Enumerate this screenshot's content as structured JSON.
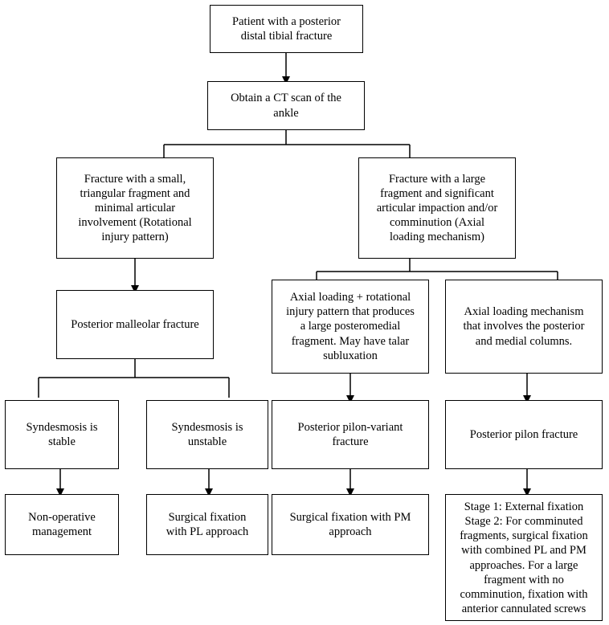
{
  "boxes": {
    "start": "Patient with a posterior\ndistal tibial fracture",
    "ct_scan": "Obtain a CT scan of the\nankle",
    "small_fragment": "Fracture with a small,\ntriangular fragment and\nminimal articular\ninvolvement (Rotational\ninjury pattern)",
    "large_fragment": "Fracture with a large\nfragment and significant\narticular impaction and/or\ncomminution (Axial\nloading mechanism)",
    "posterior_malleolar": "Posterior malleolar fracture",
    "axial_rotational": "Axial loading + rotational\ninjury pattern that produces\na large posteromedial\nfragment. May have talar\nsubluxation",
    "axial_loading": "Axial loading mechanism\nthat involves the posterior\nand medial columns.",
    "syndesmosis_stable": "Syndesmosis is\nstable",
    "syndesmosis_unstable": "Syndesmosis is\nunstable",
    "pilon_variant": "Posterior pilon-variant\nfracture",
    "pilon_fracture": "Posterior pilon fracture",
    "non_operative": "Non-operative\nmanagement",
    "surgical_pl": "Surgical fixation\nwith PL approach",
    "surgical_pm": "Surgical fixation with PM\napproach",
    "staged": "Stage 1: External fixation\nStage 2: For comminuted\nfragments, surgical fixation\nwith combined PL and PM\napproaches. For a large\nfragment with no\ncomminution, fixation with\nanterior cannulated screws"
  },
  "colors": {
    "line": "#000000",
    "box_border": "#000000",
    "background": "#ffffff"
  }
}
